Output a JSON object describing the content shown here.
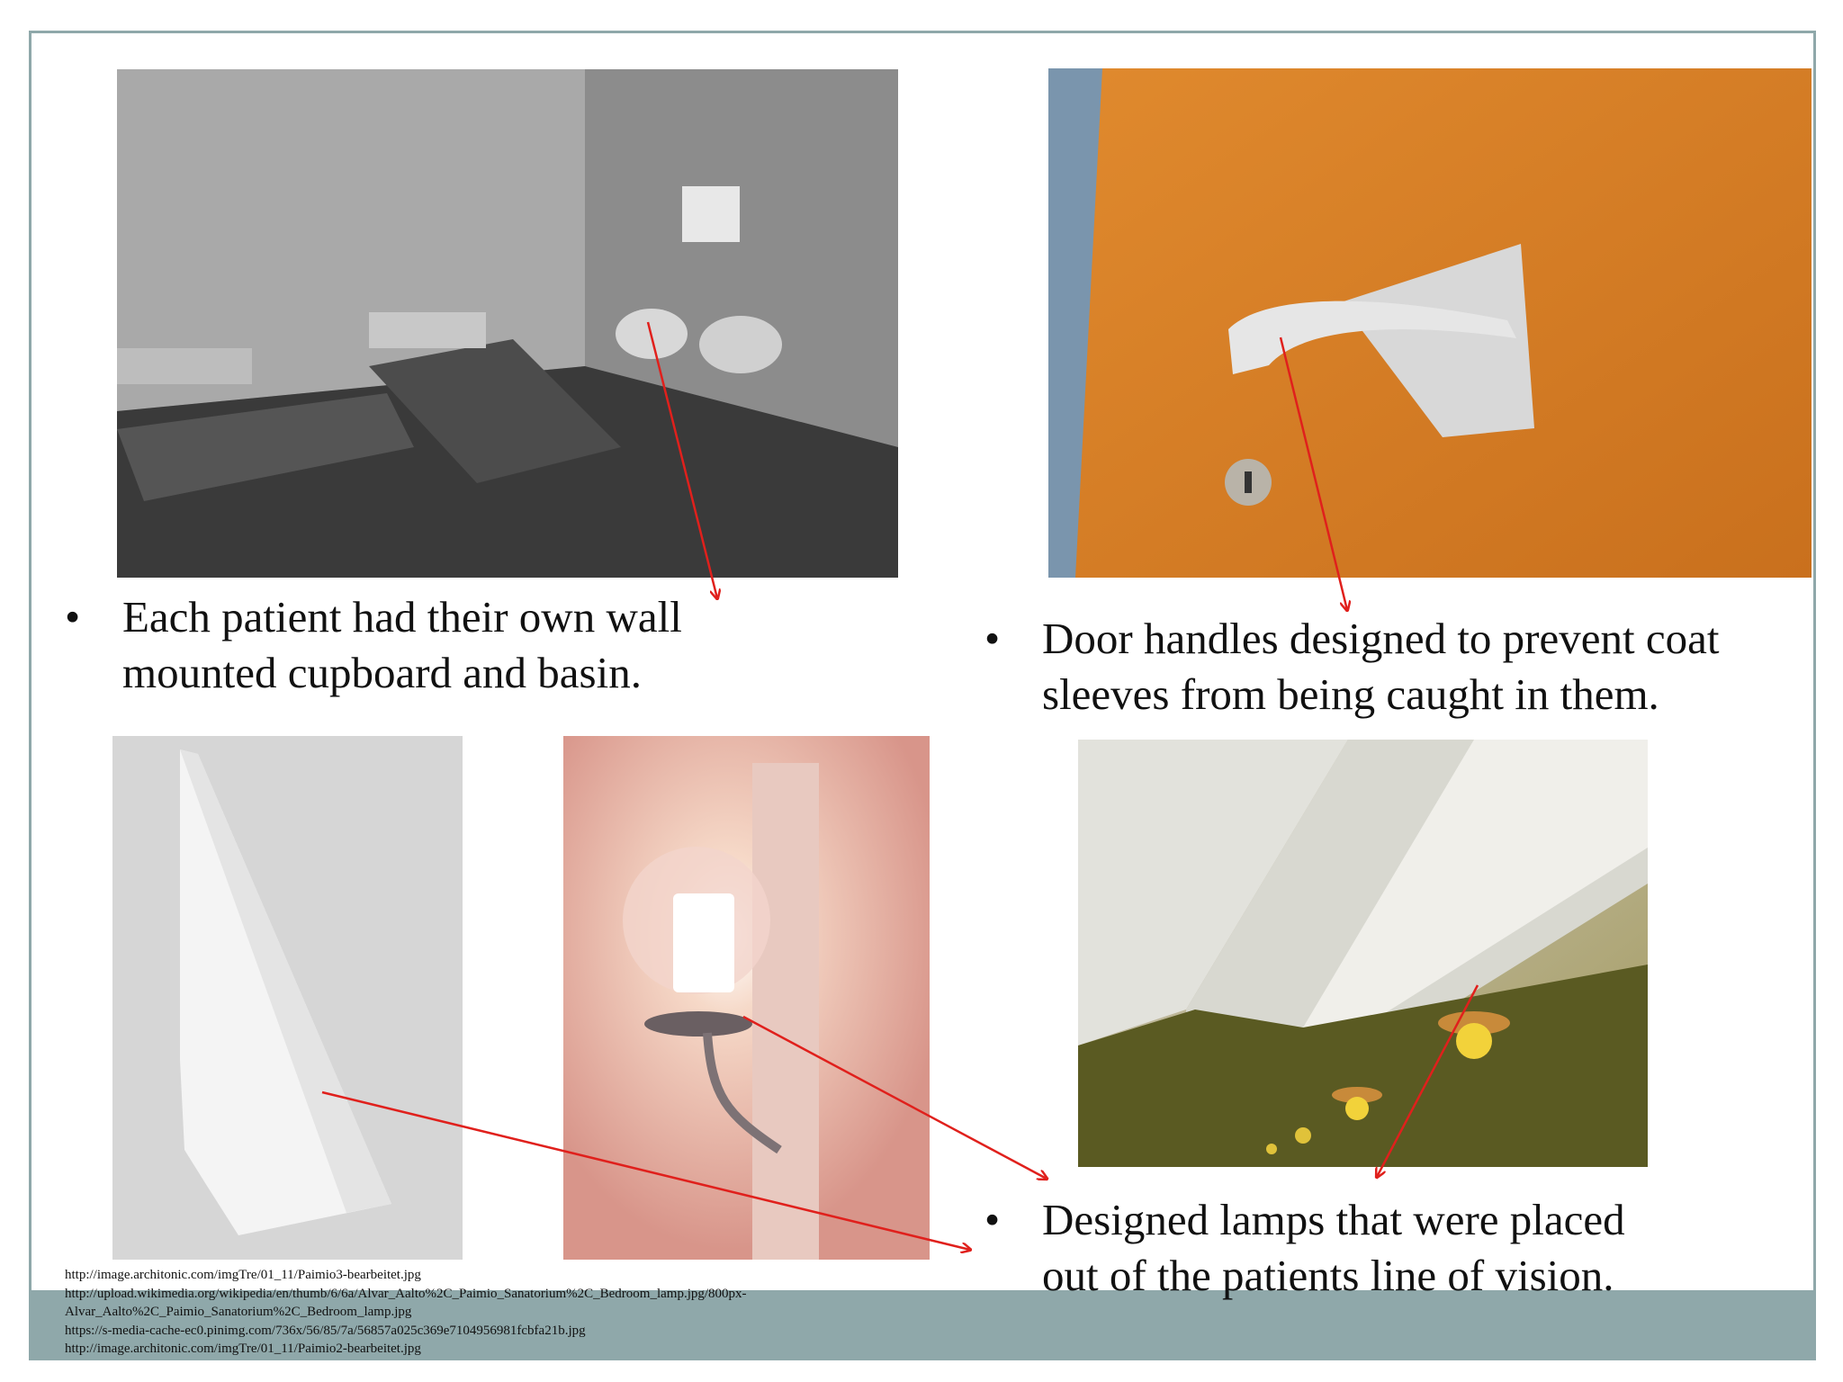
{
  "bullets": {
    "symbol": "•",
    "bedroom": "Each patient had their own wall\nmounted cupboard and basin.",
    "door": "Door handles designed to prevent coat\nsleeves from being caught in them.",
    "lamps": "Designed lamps that were placed\nout of the patients line of vision."
  },
  "sources": [
    "http://image.architonic.com/imgTre/01_11/Paimio3-bearbeitet.jpg",
    "http://upload.wikimedia.org/wikipedia/en/thumb/6/6a/Alvar_Aalto%2C_Paimio_Sanatorium%2C_Bedroom_lamp.jpg/800px-\nAlvar_Aalto%2C_Paimio_Sanatorium%2C_Bedroom_lamp.jpg",
    "https://s-media-cache-ec0.pinimg.com/736x/56/85/7a/56857a025c369e7104956981fcbfa21b.jpg",
    "http://image.architonic.com/imgTre/01_11/Paimio2-bearbeitet.jpg"
  ],
  "colors": {
    "frame": "#8fa8aa",
    "arrow": "#e0201c",
    "door_orange": "#d9822b"
  }
}
